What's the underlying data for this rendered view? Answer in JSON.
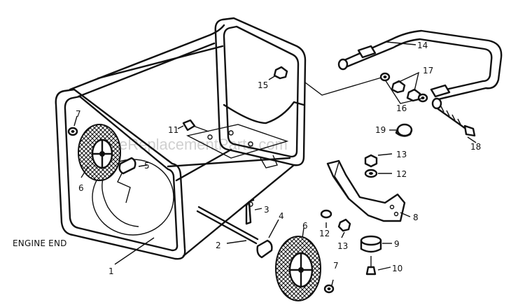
{
  "watermark": "eReplacementParts.com",
  "engine_end_label": "ENGINE END",
  "callouts": [
    {
      "id": "c1",
      "text": "1"
    },
    {
      "id": "c2",
      "text": "2"
    },
    {
      "id": "c3",
      "text": "3"
    },
    {
      "id": "c4",
      "text": "4"
    },
    {
      "id": "c5",
      "text": "5"
    },
    {
      "id": "c6a",
      "text": "6"
    },
    {
      "id": "c6b",
      "text": "6"
    },
    {
      "id": "c7a",
      "text": "7"
    },
    {
      "id": "c7b",
      "text": "7"
    },
    {
      "id": "c8",
      "text": "8"
    },
    {
      "id": "c9",
      "text": "9"
    },
    {
      "id": "c10",
      "text": "10"
    },
    {
      "id": "c11",
      "text": "11"
    },
    {
      "id": "c12a",
      "text": "12"
    },
    {
      "id": "c12b",
      "text": "12"
    },
    {
      "id": "c13a",
      "text": "13"
    },
    {
      "id": "c13b",
      "text": "13"
    },
    {
      "id": "c14",
      "text": "14"
    },
    {
      "id": "c15",
      "text": "15"
    },
    {
      "id": "c16",
      "text": "16"
    },
    {
      "id": "c17",
      "text": "17"
    },
    {
      "id": "c18",
      "text": "18"
    },
    {
      "id": "c19",
      "text": "19"
    }
  ]
}
